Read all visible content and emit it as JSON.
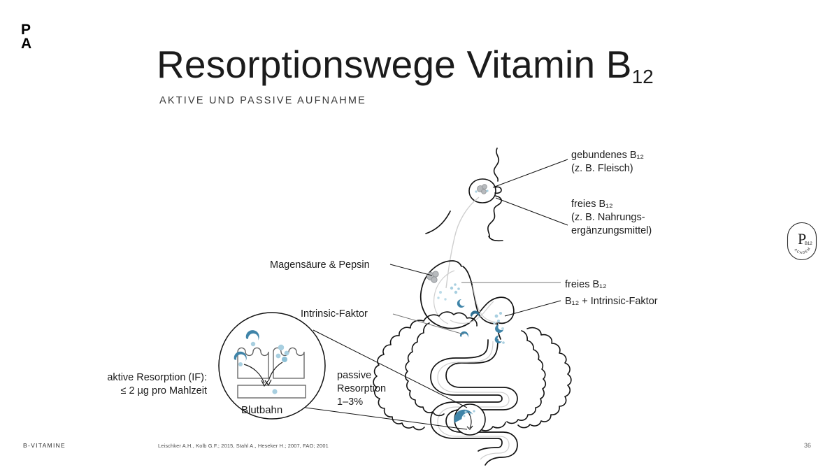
{
  "brand": {
    "logo_top_left": [
      "P",
      "A"
    ],
    "badge": {
      "letter": "P",
      "subscript": "B12",
      "arc_text": "ACADEMY"
    }
  },
  "header": {
    "title_main": "Resorptionswege Vitamin B",
    "title_subscript": "12",
    "subtitle": "AKTIVE UND PASSIVE AUFNAHME"
  },
  "annotations": [
    {
      "id": "gebundenes",
      "lines": "gebundenes B₁₂\n(z. B. Fleisch)"
    },
    {
      "id": "freies1",
      "lines": "freies B₁₂\n(z. B. Nahrungs-\nergänzungsmittel)"
    },
    {
      "id": "magensaeure",
      "lines": "Magensäure & Pepsin"
    },
    {
      "id": "freies2",
      "lines": "freies B₁₂"
    },
    {
      "id": "bif",
      "lines": "B₁₂ + Intrinsic-Faktor"
    },
    {
      "id": "intrinsic",
      "lines": "Intrinsic-Faktor"
    },
    {
      "id": "aktiv",
      "lines": "aktive Resorption (IF):\n≤ 2 µg pro Mahlzeit"
    },
    {
      "id": "passiv",
      "lines": "passive\nResorption\n1–3%"
    },
    {
      "id": "blutbahn",
      "lines": "Blutbahn"
    }
  ],
  "labels": {
    "gebundenes": "gebundenes B₁₂\n(z. B. Fleisch)",
    "freies1": "freies B₁₂\n(z. B. Nahrungs-\nergänzungsmittel)",
    "magensaeure": "Magensäure & Pepsin",
    "freies2": "freies B₁₂",
    "bif": "B₁₂ + Intrinsic-Faktor",
    "intrinsic": "Intrinsic-Faktor",
    "aktiv": "aktive Resorption (IF):\n≤ 2 µg pro Mahlzeit",
    "passiv": "passive\nResorption\n1–3%",
    "blutbahn": "Blutbahn"
  },
  "footer": {
    "section": "B-VITAMINE",
    "citation": "Leischker A.H., Kolb G.F.; 2015, Stahl A., Heseker H.; 2007, FAO; 2001",
    "page": "36"
  },
  "colors": {
    "ink": "#1b1b1b",
    "line": "#111111",
    "mucosa_gray": "#b9b9b9",
    "b12_dark_blue": "#3f84a8",
    "b12_light_blue": "#a8cfe0",
    "pepsin_gray": "#8d9094",
    "background": "#ffffff"
  },
  "illustration": {
    "type": "anatomical-diagram",
    "parts": [
      "mouth",
      "esophagus",
      "stomach",
      "small-intestine",
      "large-intestine",
      "ileum-magnifier"
    ],
    "magnifier": {
      "caption": "Blutbahn",
      "villi_count": 8,
      "arrows": 2
    }
  }
}
